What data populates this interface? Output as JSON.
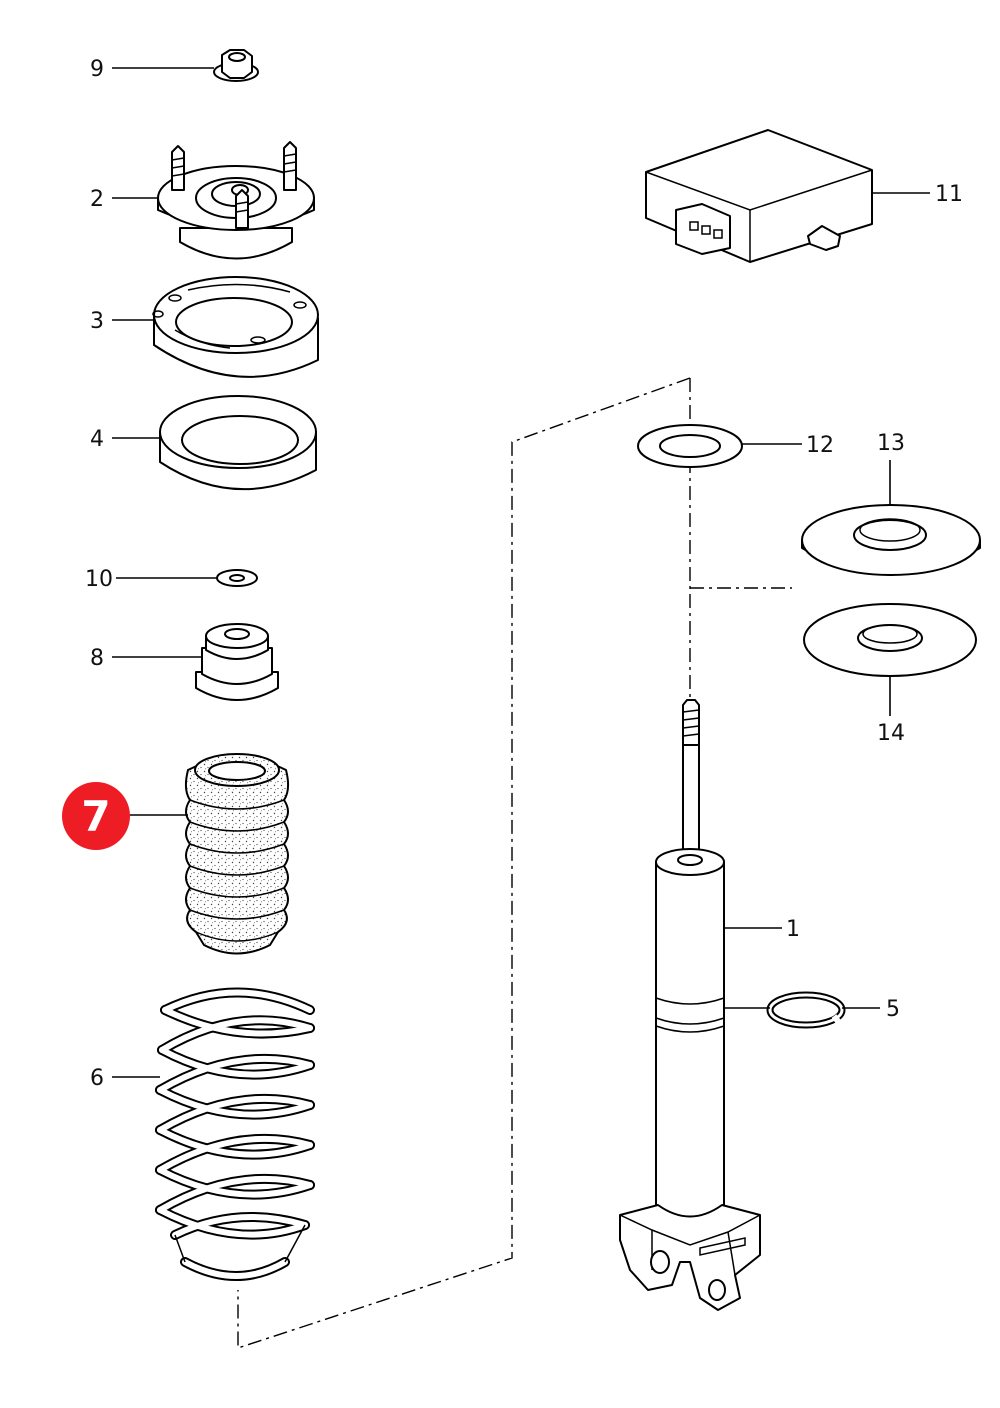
{
  "highlight": {
    "number": "7",
    "color": "#ee1c25"
  },
  "callouts": [
    {
      "id": "9",
      "text": "9"
    },
    {
      "id": "2",
      "text": "2"
    },
    {
      "id": "3",
      "text": "3"
    },
    {
      "id": "4",
      "text": "4"
    },
    {
      "id": "10",
      "text": "10"
    },
    {
      "id": "8",
      "text": "8"
    },
    {
      "id": "6",
      "text": "6"
    },
    {
      "id": "11",
      "text": "11"
    },
    {
      "id": "12",
      "text": "12"
    },
    {
      "id": "13",
      "text": "13"
    },
    {
      "id": "14",
      "text": "14"
    },
    {
      "id": "1",
      "text": "1"
    },
    {
      "id": "5",
      "text": "5"
    }
  ]
}
